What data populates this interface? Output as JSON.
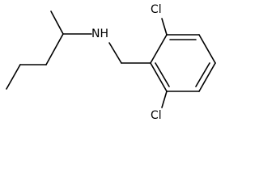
{
  "molecule": {
    "atoms": {
      "nitrogen": {
        "label": "NH"
      },
      "chlorine_top": {
        "label": "Cl"
      },
      "chlorine_bottom": {
        "label": "Cl"
      }
    }
  },
  "colors": {
    "bond": "#000000",
    "label": "#000000",
    "background": "#ffffff"
  }
}
